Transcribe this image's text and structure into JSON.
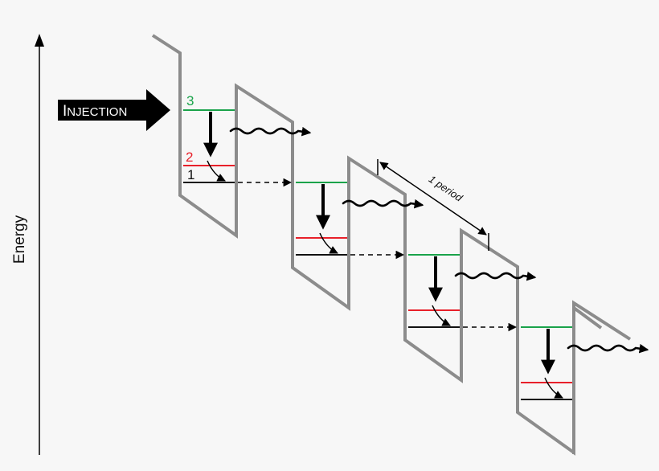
{
  "labels": {
    "energy_axis": "Energy",
    "injection_big": "I",
    "injection_rest": "NJECTION",
    "period": "1 period",
    "level_3": "3",
    "level_2": "2",
    "level_1": "1"
  },
  "colors": {
    "background": "#f7f7f7",
    "band_edge": "#8c8c8c",
    "level_3": "#1aa34a",
    "level_2": "#e8202a",
    "level_1": "#111111",
    "arrows": "#000000",
    "injection_text": "#ffffff"
  },
  "periods": 4,
  "icons": {
    "photon": "wavy-photon-arrow",
    "injection": "block-arrow-right"
  }
}
